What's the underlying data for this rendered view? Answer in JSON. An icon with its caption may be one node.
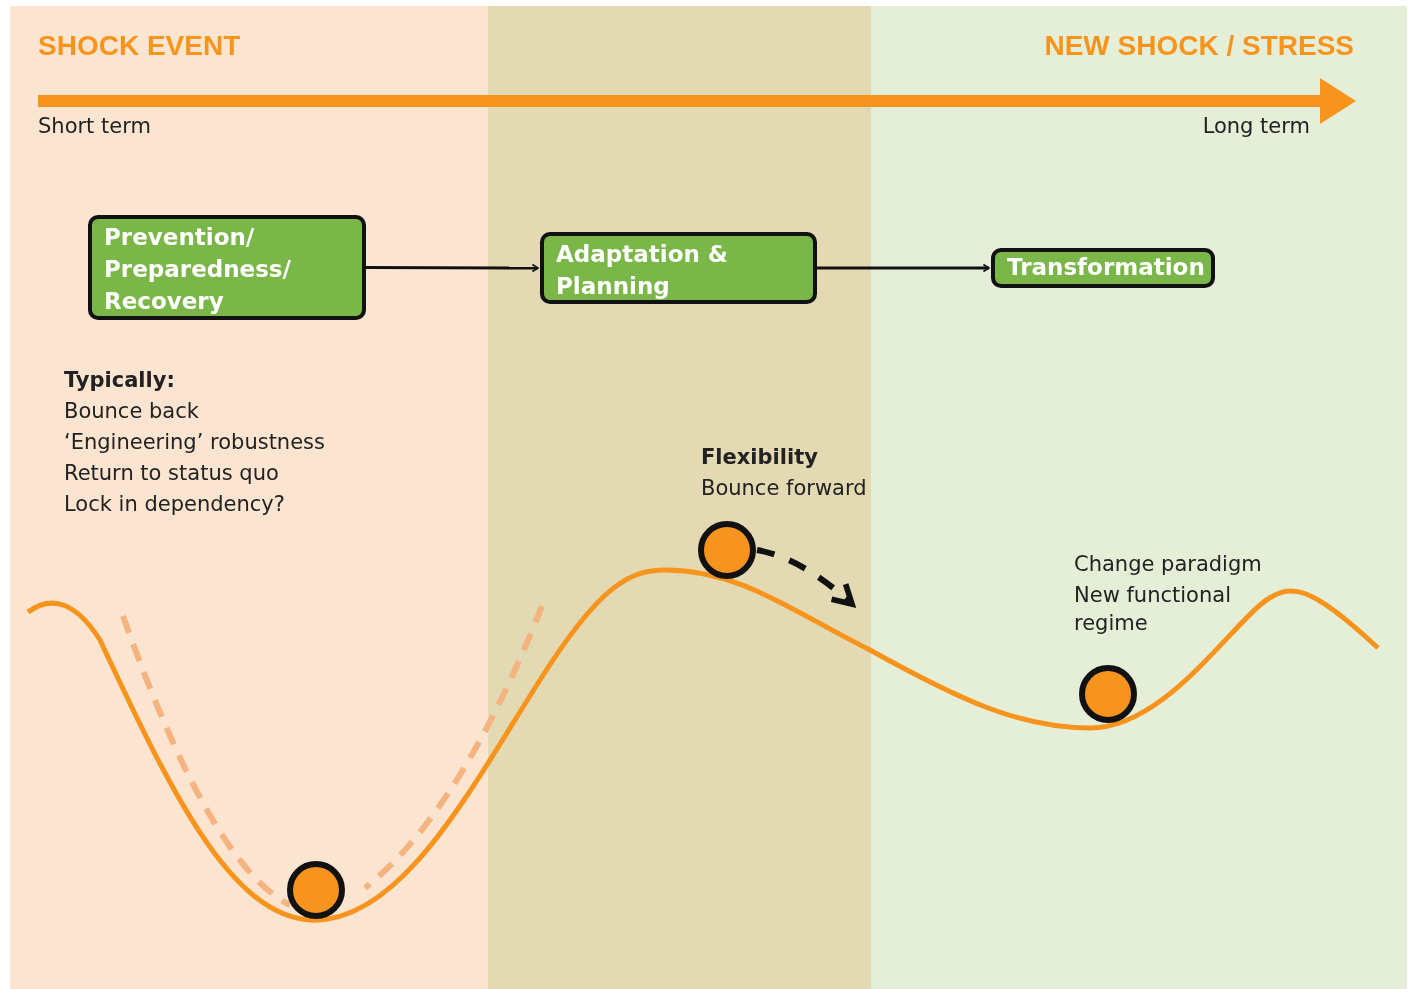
{
  "diagram": {
    "nodes": [
      {
        "text": [
          "Prevention/ Preparedness/ Recovery"
        ]
      },
      {
        "text": [
          "Adaptation & Planning"
        ]
      },
      {
        "text": [
          "Transformation"
        ]
      },
      {
        "text": [],
        "shape": "circle"
      },
      {
        "text": [],
        "shape": "circle"
      },
      {
        "text": [],
        "shape": "circle"
      }
    ],
    "edges": [
      {
        "from": 0,
        "to": 1,
        "arrow": "to"
      },
      {
        "from": 1,
        "to": 2,
        "arrow": "to"
      },
      {
        "from": 4,
        "to": null,
        "arrow": "to",
        "style": "dashed"
      }
    ],
    "labels": [
      "SHOCK EVENT",
      "NEW SHOCK / STRESS",
      "Short term",
      "Long term",
      "Typically:",
      "Bounce back",
      "‘Engineering’ robustness",
      "Return to status quo",
      "Lock in dependency?",
      "Flexibility",
      "Bounce forward",
      "Change paradigm",
      "New functional regime"
    ]
  }
}
